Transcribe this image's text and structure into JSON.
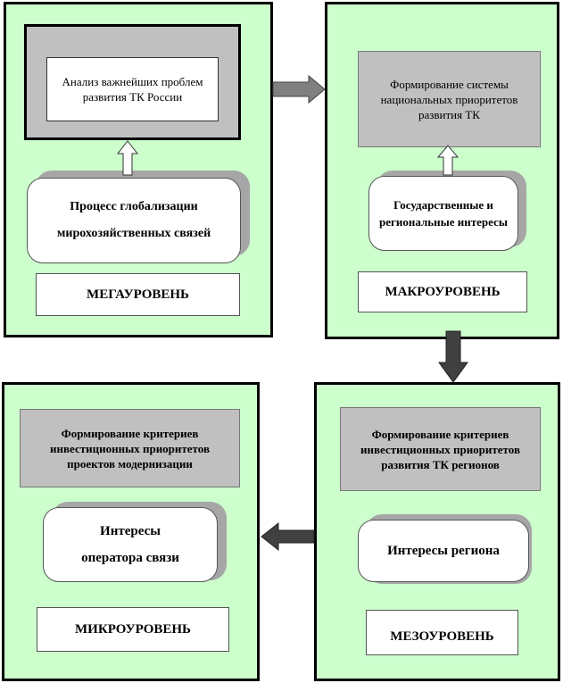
{
  "mega": {
    "analysis": "Анализ важнейших проблем развития ТК России",
    "process_line1": "Процесс глобализации",
    "process_line2": "мирохозяйственных связей",
    "level": "МЕГАУРОВЕНЬ"
  },
  "macro": {
    "formation": "Формирование системы национальных приоритетов развития ТК",
    "interests": "Государственные и региональные интересы",
    "level": "МАКРОУРОВЕНЬ"
  },
  "meso": {
    "formation": "Формирование критериев инвестиционных приоритетов развития ТК регионов",
    "interests": "Интересы региона",
    "level": "МЕЗОУРОВЕНЬ"
  },
  "micro": {
    "formation": "Формирование критериев инвестиционных приоритетов проектов модернизации",
    "interests_line1": "Интересы",
    "interests_line2": "оператора связи",
    "level": "МИКРОУРОВЕНЬ"
  },
  "colors": {
    "panel_bg": "#ccffcc",
    "grey_box": "#c0c0c0",
    "arrow_dark": "#404040",
    "arrow_grey": "#808080"
  }
}
